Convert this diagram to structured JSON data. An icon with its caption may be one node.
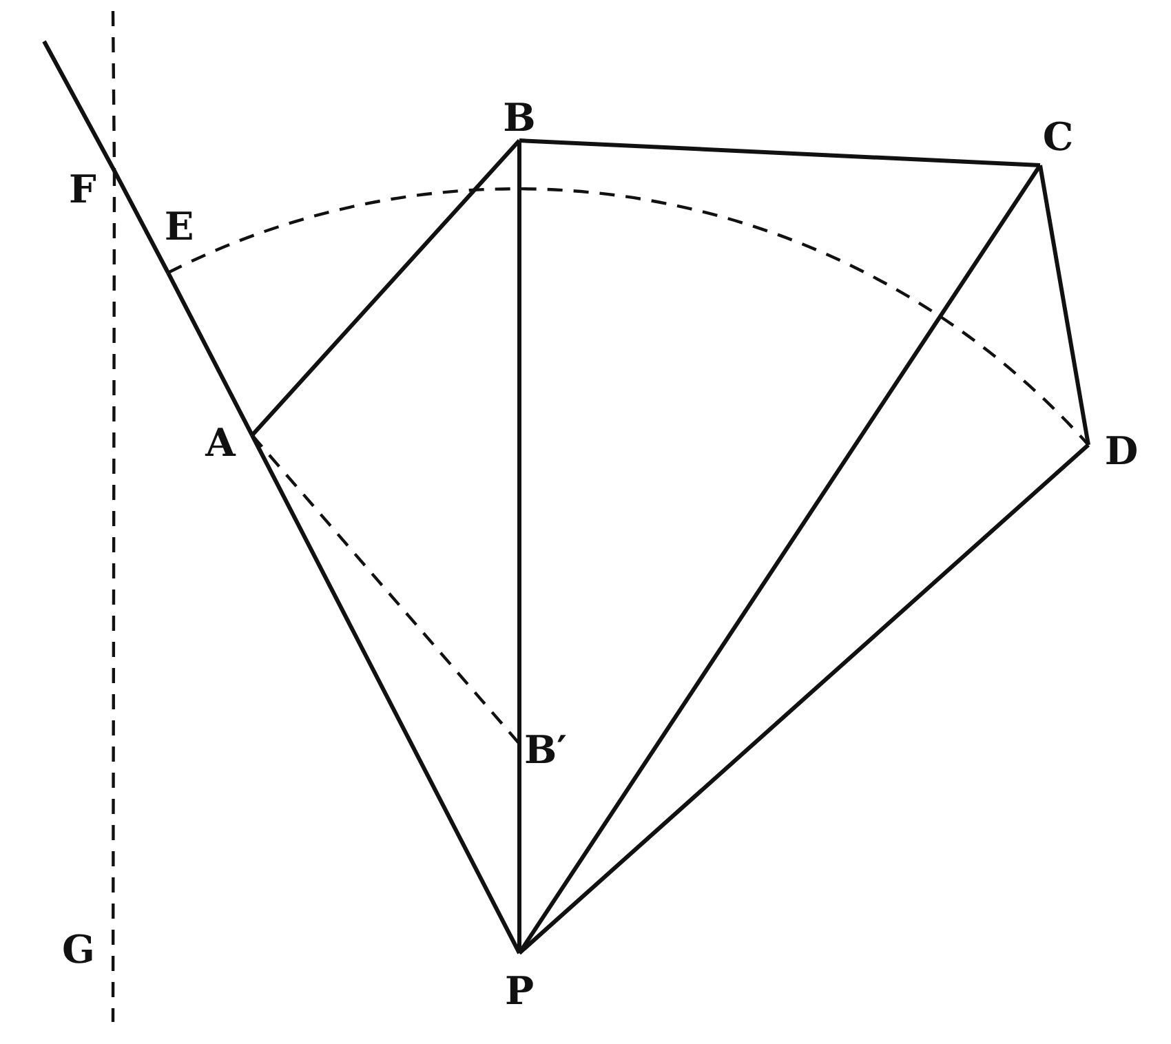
{
  "diagram": {
    "nodes": [
      {
        "text": [
          "B"
        ]
      },
      {
        "text": [
          "C"
        ]
      },
      {
        "text": [
          "F"
        ]
      },
      {
        "text": [
          "E"
        ]
      },
      {
        "text": [
          "A"
        ]
      },
      {
        "text": [
          "D"
        ]
      },
      {
        "text": [
          "B′"
        ]
      },
      {
        "text": [
          "G"
        ]
      },
      {
        "text": [
          "P"
        ]
      }
    ],
    "edges": [
      {
        "from": null,
        "to": 2,
        "arrow": "none"
      },
      {
        "from": 2,
        "to": 3,
        "arrow": "none"
      },
      {
        "from": 3,
        "to": 4,
        "arrow": "none"
      },
      {
        "from": 4,
        "to": 8,
        "arrow": "none"
      },
      {
        "from": null,
        "to": 2,
        "arrow": "none",
        "style": "dashed"
      },
      {
        "from": 2,
        "to": 7,
        "arrow": "none",
        "style": "dashed"
      },
      {
        "from": 4,
        "to": 0,
        "arrow": "none"
      },
      {
        "from": 0,
        "to": 1,
        "arrow": "none"
      },
      {
        "from": 1,
        "to": 5,
        "arrow": "none"
      },
      {
        "from": 5,
        "to": 8,
        "arrow": "none"
      },
      {
        "from": 1,
        "to": 8,
        "arrow": "none"
      },
      {
        "from": 0,
        "to": 6,
        "arrow": "none"
      },
      {
        "from": 6,
        "to": 8,
        "arrow": "none"
      },
      {
        "from": 4,
        "to": 6,
        "arrow": "none",
        "style": "dashed"
      },
      {
        "from": 3,
        "to": 5,
        "arrow": "none",
        "style": "dashed"
      }
    ]
  }
}
